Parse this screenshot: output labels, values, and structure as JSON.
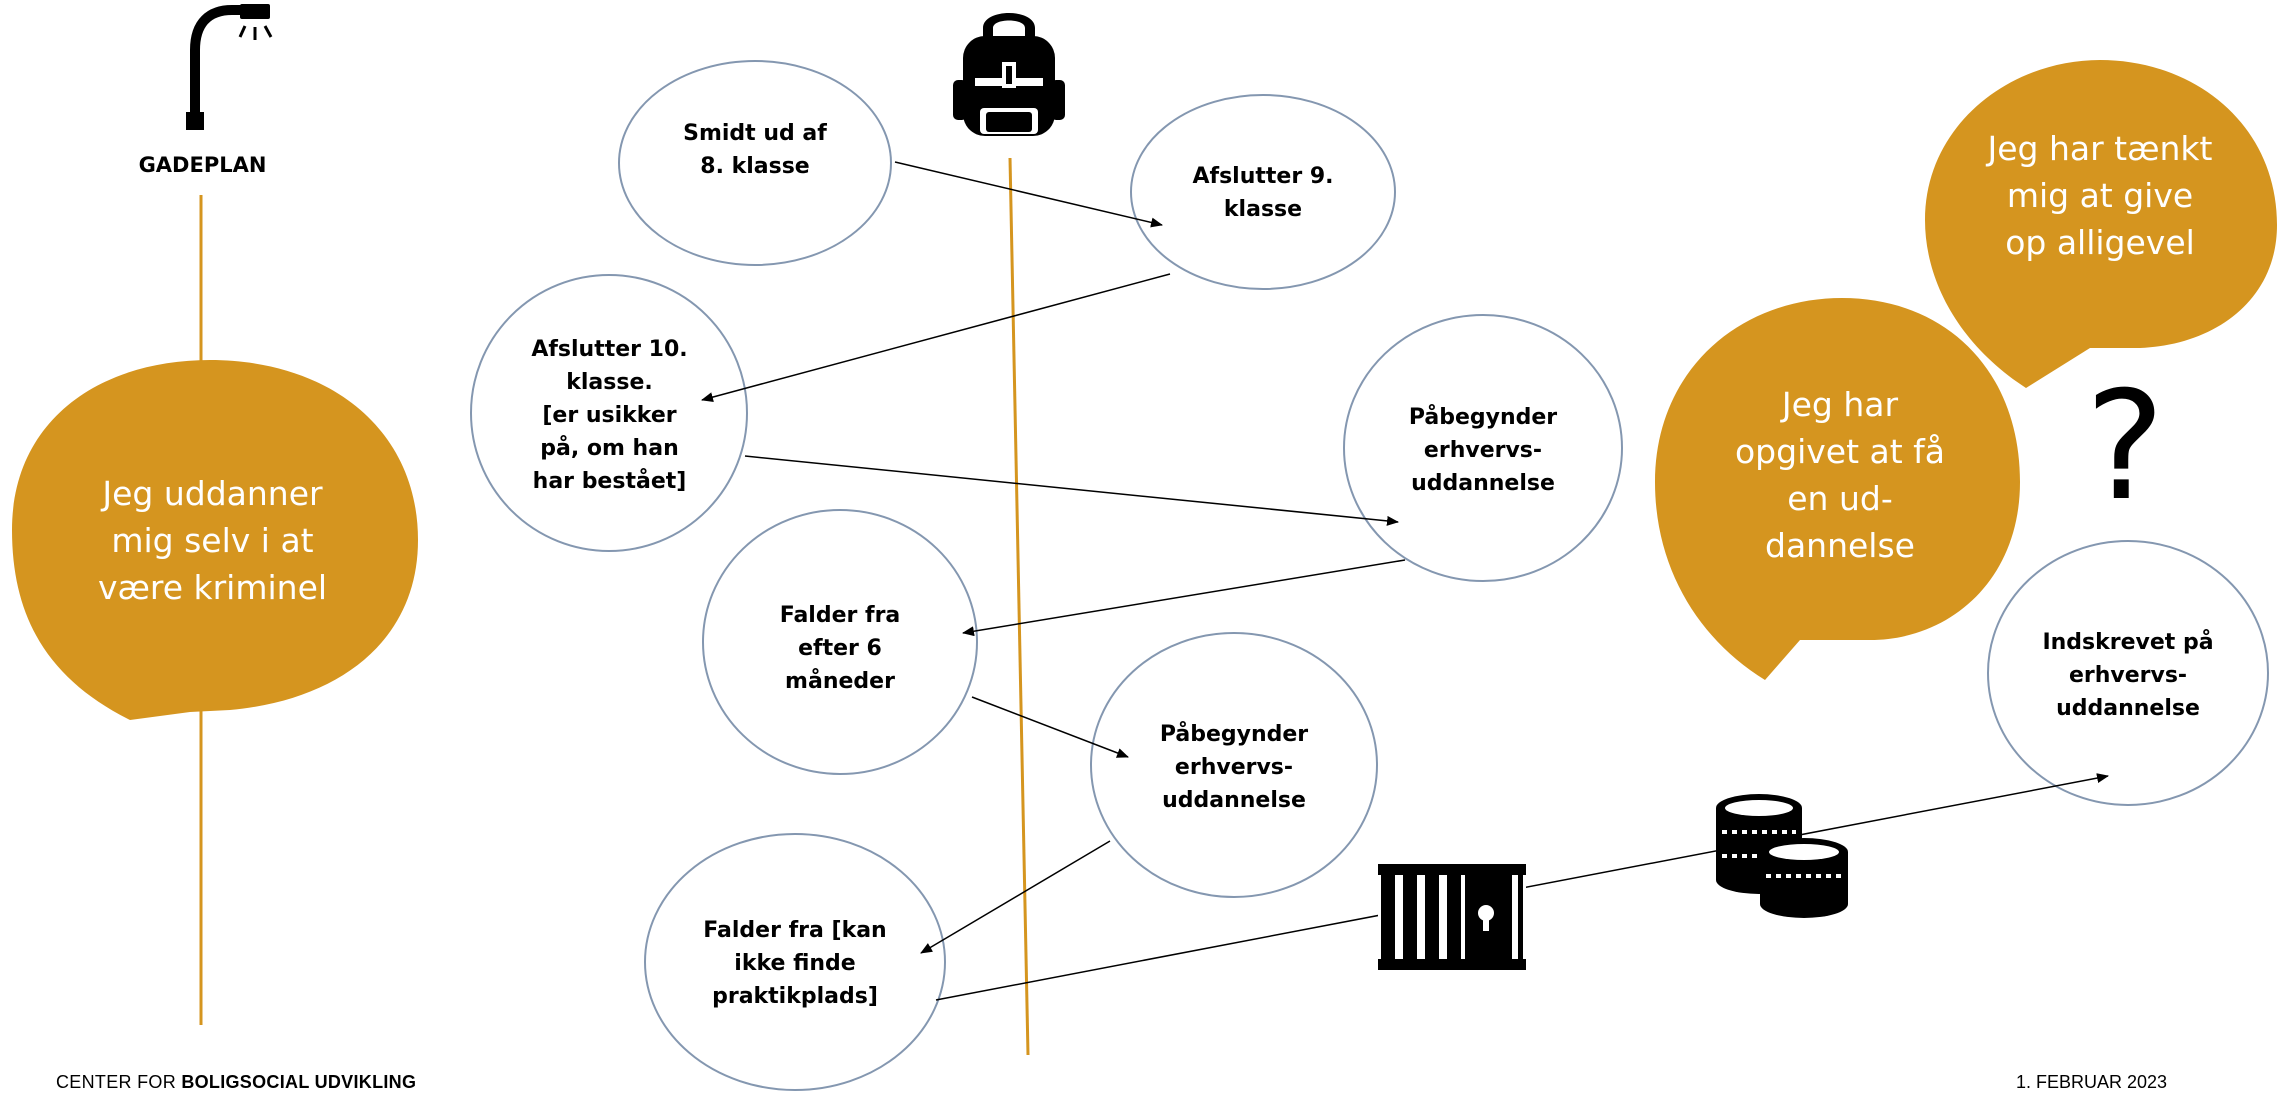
{
  "street_icon_label": "GADEPLAN",
  "nodes": [
    {
      "id": "smidt-ud",
      "text": "Smidt ud af\n8. klasse"
    },
    {
      "id": "afslutter-9",
      "text": "Afslutter 9.\nklasse"
    },
    {
      "id": "afslutter-10",
      "text": "Afslutter 10.\nklasse.\n[er usikker\npå, om han\nhar bestået]"
    },
    {
      "id": "paabegynder-1",
      "text": "Påbegynder\nerhvervs-\nuddannelse"
    },
    {
      "id": "falder-fra-6",
      "text": "Falder fra\nefter 6\nmåneder"
    },
    {
      "id": "paabegynder-2",
      "text": "Påbegynder\nerhvervs-\nuddannelse"
    },
    {
      "id": "falder-fra-praktik",
      "text": "Falder fra [kan\nikke finde\npraktikplads]"
    },
    {
      "id": "indskrevet",
      "text": "Indskrevet på\nerhvervs-\nuddannelse"
    }
  ],
  "speech_bubbles": [
    {
      "id": "kriminel",
      "text": "Jeg uddanner\nmig selv i at\nvære kriminel"
    },
    {
      "id": "opgivet",
      "text": "Jeg har\nopgivet at få\nen ud-\ndannelse"
    },
    {
      "id": "give-op",
      "text": "Jeg har tænkt\nmig at give\nop alligevel"
    }
  ],
  "question_mark": "?",
  "icons": [
    "street-lamp-icon",
    "backpack-icon",
    "jail-icon",
    "coins-icon"
  ],
  "footer": {
    "org_prefix": "CENTER FOR ",
    "org_bold": "BOLIGSOCIAL UDVIKLING",
    "date": "1. FEBRUAR 2023"
  },
  "colors": {
    "accent": "#D5951F",
    "node_border": "#8497B0",
    "text": "#000000"
  }
}
